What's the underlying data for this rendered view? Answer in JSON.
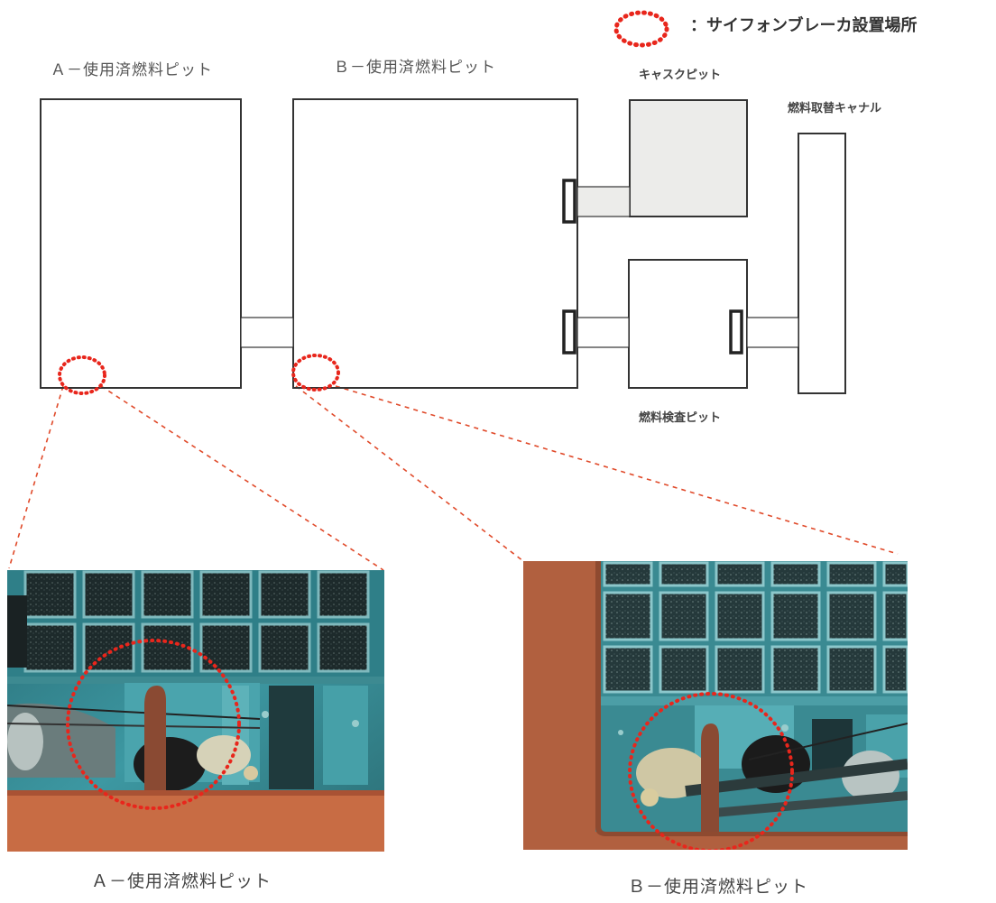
{
  "legend": {
    "text": "：サイフォンブレーカ設置場所",
    "marker_color": "#e8261c"
  },
  "labels": {
    "pit_a": "Ａ－使用済燃料ピット",
    "pit_b": "Ｂ－使用済燃料ピット",
    "cask_pit": "キャスクピット",
    "fuel_canal": "燃料取替キャナル",
    "fuel_inspection_pit": "燃料検査ピット"
  },
  "photos": {
    "a_caption": "Ａ－使用済燃料ピット",
    "b_caption": "Ｂ－使用済燃料ピット"
  },
  "colors": {
    "line": "#333333",
    "cask_fill": "#ececea",
    "leader": "#e04a2a",
    "pool_water": "#2f8a94",
    "rack_cell": "#1c2a2c",
    "copper": "#c0603a"
  }
}
